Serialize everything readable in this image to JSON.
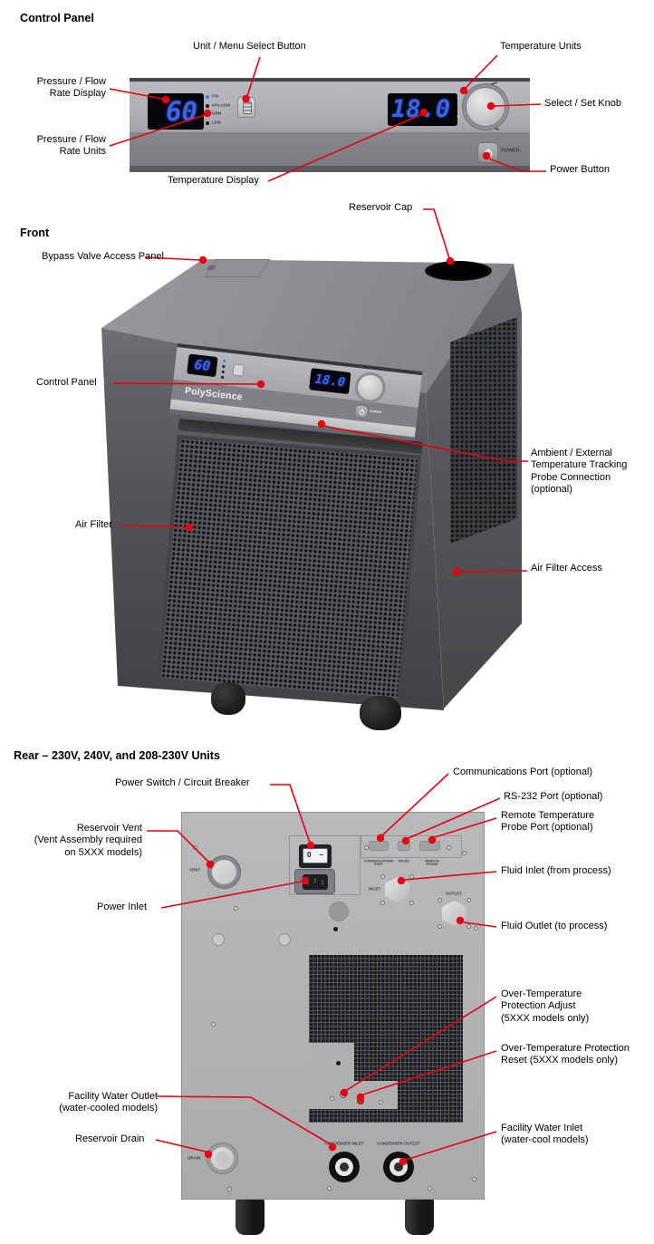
{
  "colors": {
    "accent_red": "#e8000d",
    "led_blue": "#3b62f2"
  },
  "brand": "PolyScience",
  "panel_display": {
    "pressure_value": "60",
    "temperature_value": "18.0",
    "led_units": [
      "PSI",
      "KPa x100",
      "GPM",
      "LPM"
    ],
    "temp_unit_c": "°C",
    "temp_unit_f": "°F",
    "power_label": "POWER"
  },
  "control_panel_section": {
    "heading": "Control Panel",
    "callouts": {
      "unit_menu": {
        "lines": [
          "Unit / Menu Select Button"
        ]
      },
      "temp_units": {
        "lines": [
          "Temperature Units"
        ]
      },
      "pressure_display": {
        "lines": [
          "Pressure / Flow",
          "Rate Display"
        ]
      },
      "select_knob": {
        "lines": [
          "Select / Set Knob"
        ]
      },
      "pressure_units": {
        "lines": [
          "Pressure / Flow",
          "Rate Units"
        ]
      },
      "temp_display": {
        "lines": [
          "Temperature Display"
        ]
      },
      "power_button": {
        "lines": [
          "Power Button"
        ]
      }
    }
  },
  "front_section": {
    "heading": "Front",
    "callouts": {
      "reservoir_cap": {
        "lines": [
          "Reservoir Cap"
        ]
      },
      "bypass_valve": {
        "lines": [
          "Bypass Valve Access Panel"
        ]
      },
      "control_panel": {
        "lines": [
          "Control Panel"
        ]
      },
      "ambient_probe": {
        "lines": [
          "Ambient / External",
          "Temperature Tracking",
          "Probe Connection",
          "(optional)"
        ]
      },
      "air_filter": {
        "lines": [
          "Air Filter"
        ]
      },
      "air_filter_access": {
        "lines": [
          "Air Filter Access"
        ]
      }
    }
  },
  "rear_section": {
    "heading": "Rear – 230V, 240V, and 208-230V Units",
    "callouts": {
      "power_switch": {
        "lines": [
          "Power Switch / Circuit Breaker"
        ]
      },
      "comms_port": {
        "lines": [
          "Communications Port (optional)"
        ]
      },
      "rs232_port": {
        "lines": [
          "RS-232 Port (optional)"
        ]
      },
      "remote_probe": {
        "lines": [
          "Remote Temperature",
          "Probe Port (optional)"
        ]
      },
      "reservoir_vent": {
        "lines": [
          "Reservoir Vent",
          "(Vent Assembly required",
          "on 5XXX models)"
        ]
      },
      "power_inlet": {
        "lines": [
          "Power Inlet"
        ]
      },
      "fluid_inlet": {
        "lines": [
          "Fluid Inlet (from process)"
        ]
      },
      "fluid_outlet": {
        "lines": [
          "Fluid Outlet (to process)"
        ]
      },
      "otp_adjust": {
        "lines": [
          "Over-Temperature",
          "Protection Adjust",
          "(5XXX models only)"
        ]
      },
      "otp_reset": {
        "lines": [
          "Over-Temperature Protection",
          "Reset (5XXX models only)"
        ]
      },
      "facility_outlet": {
        "lines": [
          "Facility Water Outlet",
          "(water-cooled models)"
        ]
      },
      "reservoir_drain": {
        "lines": [
          "Reservoir Drain"
        ]
      },
      "facility_inlet": {
        "lines": [
          "Facility Water Inlet",
          "(water-cool models)"
        ]
      }
    },
    "panel_text": {
      "vent": "VENT",
      "inlet": "INLET",
      "outlet": "OUTLET",
      "drain": "DRAIN",
      "comm_port": [
        "COMMUNICATIONS",
        "PORT"
      ],
      "rs232": "RS-232",
      "remote_probe": [
        "REMOTE",
        "PROBE"
      ],
      "condenser_inlet": "CONDENSER INLET",
      "condenser_outlet": "CONDENSER OUTLET",
      "switch_off": "0",
      "switch_dash": "–"
    }
  }
}
